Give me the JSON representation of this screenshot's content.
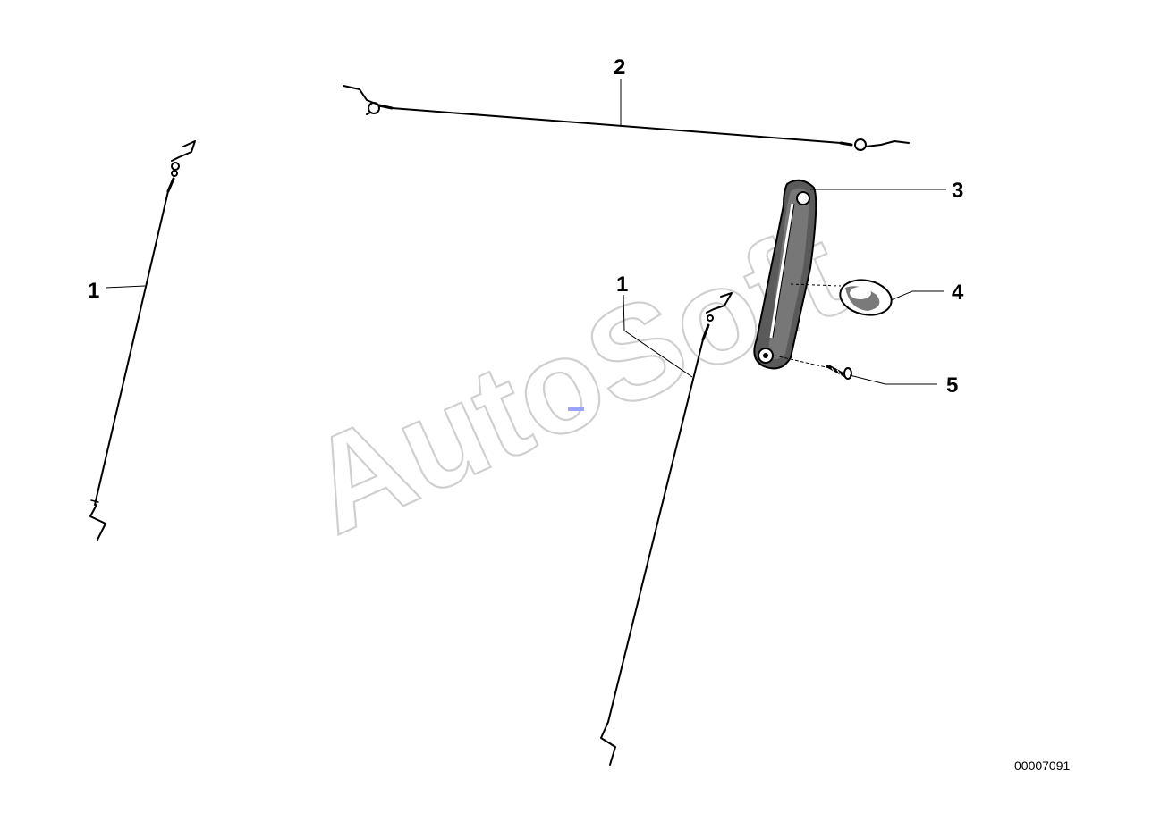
{
  "diagram": {
    "callouts": [
      {
        "id": "1a",
        "label": "1"
      },
      {
        "id": "1b",
        "label": "1"
      },
      {
        "id": "2",
        "label": "2"
      },
      {
        "id": "3",
        "label": "3"
      },
      {
        "id": "4",
        "label": "4"
      },
      {
        "id": "5",
        "label": "5"
      }
    ],
    "document_number": "00007091",
    "watermark": "AutoSoft"
  }
}
